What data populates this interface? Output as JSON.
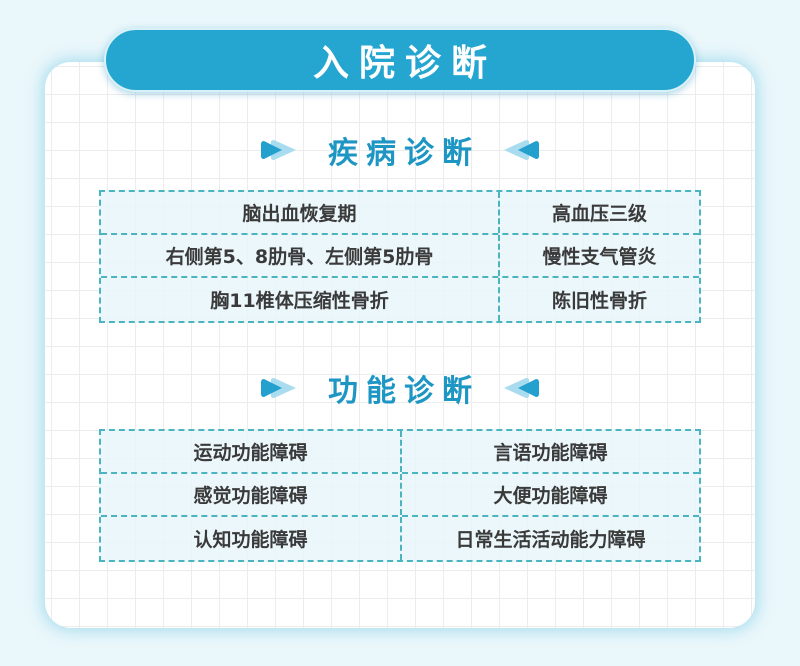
{
  "header": {
    "title": "入院诊断"
  },
  "colors": {
    "pill_bg": "#24a6d1",
    "section_title": "#1e96c4",
    "dashed_border": "#4bb4be",
    "cell_text": "#3a3a3a",
    "page_bg": "#eaf7fb"
  },
  "disease_section": {
    "title": "疾病诊断",
    "rows": [
      {
        "left": "脑出血恢复期",
        "right": "高血压三级"
      },
      {
        "left": "右侧第5、8肋骨、左侧第5肋骨",
        "right": "慢性支气管炎"
      },
      {
        "left": "胸11椎体压缩性骨折",
        "right": "陈旧性骨折"
      }
    ]
  },
  "function_section": {
    "title": "功能诊断",
    "rows": [
      {
        "left": "运动功能障碍",
        "right": "言语功能障碍"
      },
      {
        "left": "感觉功能障碍",
        "right": "大便功能障碍"
      },
      {
        "left": "认知功能障碍",
        "right": "日常生活活动能力障碍"
      }
    ]
  }
}
